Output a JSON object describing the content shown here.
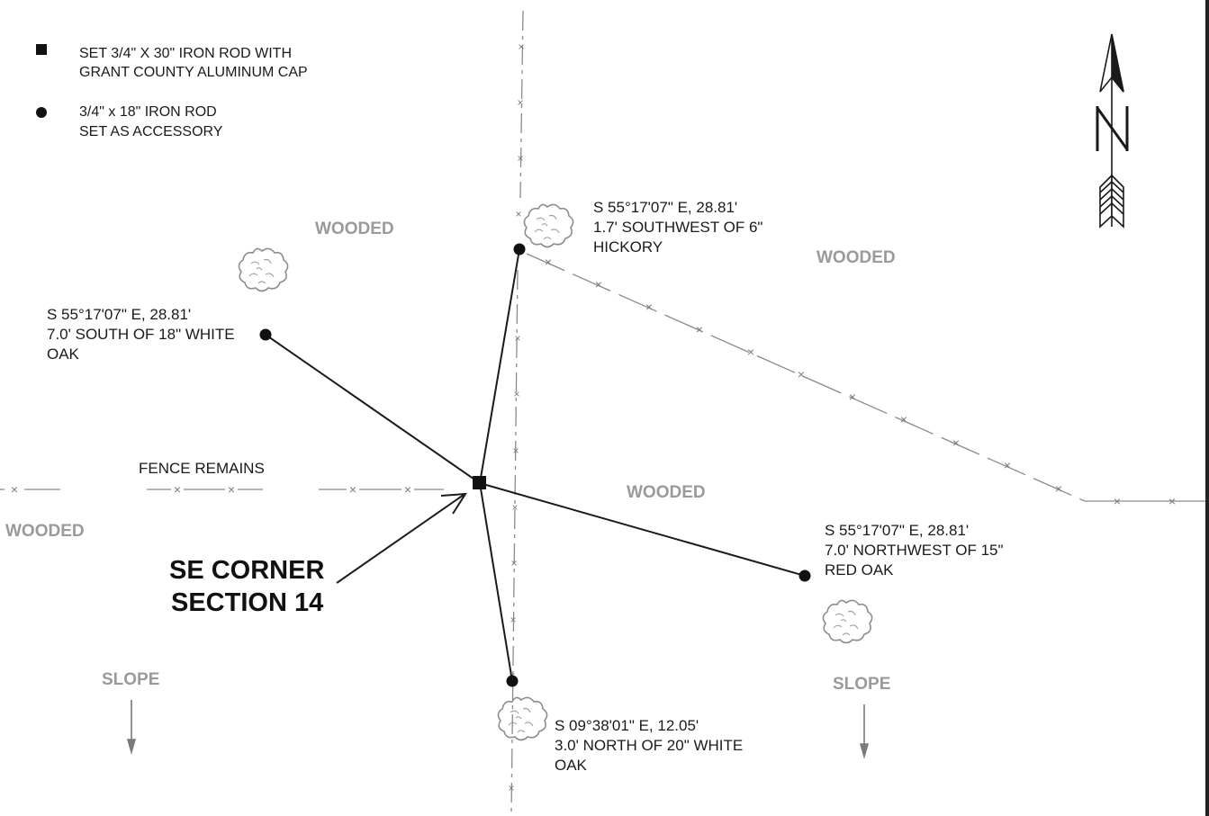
{
  "legend": {
    "item1_line1": "SET 3/4\" X 30\" IRON ROD WITH",
    "item1_line2": "GRANT COUNTY ALUMINUM CAP",
    "item2_line1": "3/4\" x 18\" IRON ROD",
    "item2_line2": "SET AS ACCESSORY"
  },
  "areas": {
    "wooded_nw": "WOODED",
    "wooded_ne": "WOODED",
    "wooded_center": "WOODED",
    "wooded_w": "WOODED",
    "slope_sw": "SLOPE",
    "slope_se": "SLOPE"
  },
  "fence_label": "FENCE REMAINS",
  "corner_label": {
    "line1": "SE CORNER",
    "line2": "SECTION 14"
  },
  "witnesses": {
    "north": {
      "line1": "S 55°17'07\" E, 28.81'",
      "line2": "1.7' SOUTHWEST OF 6\"",
      "line3": "HICKORY"
    },
    "west": {
      "line1": "S 55°17'07\" E, 28.81'",
      "line2": "7.0' SOUTH OF 18\" WHITE",
      "line3": "OAK"
    },
    "east": {
      "line1": "S 55°17'07\" E, 28.81'",
      "line2": "7.0' NORTHWEST OF 15\"",
      "line3": "RED OAK"
    },
    "south": {
      "line1": "S 09°38'01\" E, 12.05'",
      "line2": "3.0' NORTH OF 20\" WHITE",
      "line3": "OAK"
    }
  },
  "colors": {
    "ink": "#1a1a1a",
    "area_label": "#9a9a9a",
    "fence": "#8a8a8a"
  },
  "icons": [
    "north-arrow-icon",
    "tree-icon",
    "iron-rod-square-icon",
    "iron-rod-dot-icon",
    "slope-arrow-icon"
  ]
}
